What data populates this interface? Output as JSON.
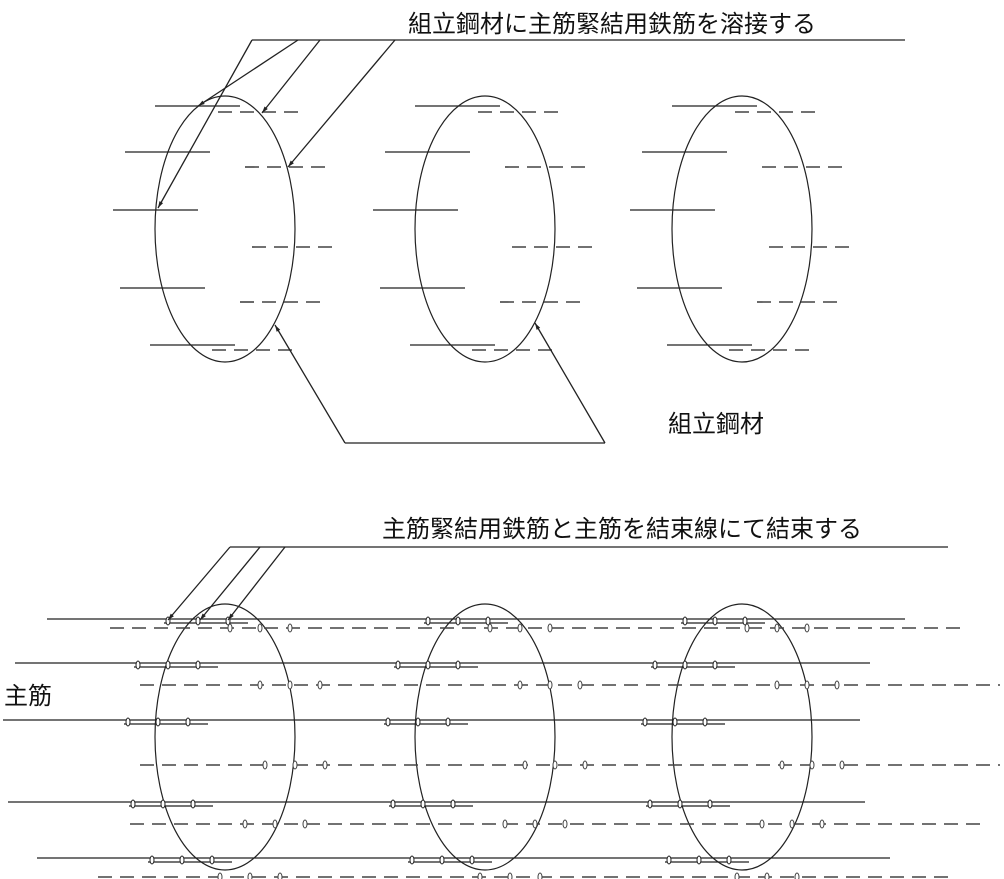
{
  "labels": {
    "weld_step": "組立鋼材に主筋緊結用鉄筋を溶接する",
    "assembly_steel": "組立鋼材",
    "tie_step": "主筋緊結用鉄筋と主筋を結束線にて結束する",
    "main_rebar": "主筋"
  },
  "colors": {
    "line": "#222222",
    "dash": "#444444"
  }
}
